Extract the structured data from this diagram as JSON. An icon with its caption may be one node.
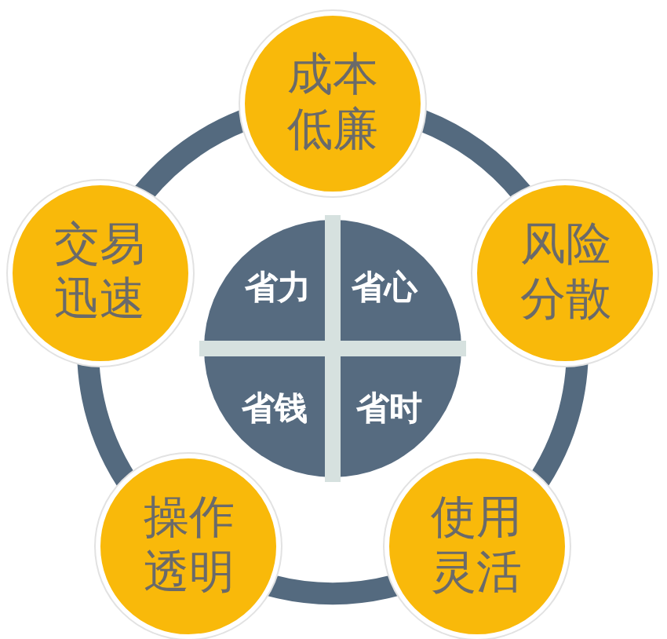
{
  "diagram": {
    "nodes": [
      {
        "text": [
          "成本低廉"
        ]
      },
      {
        "text": [
          "交易迅速"
        ]
      },
      {
        "text": [
          "风险分散"
        ]
      },
      {
        "text": [
          "省力"
        ]
      },
      {
        "text": [
          "省心"
        ]
      },
      {
        "text": [
          "省钱"
        ]
      },
      {
        "text": [
          "省时"
        ]
      },
      {
        "text": [
          "操作透明"
        ]
      },
      {
        "text": [
          "使用灵活"
        ]
      }
    ],
    "edges": [
      {
        "from": 0,
        "to": 2,
        "arrow": "none"
      },
      {
        "from": 2,
        "to": 8,
        "arrow": "none"
      },
      {
        "from": 8,
        "to": 7,
        "arrow": "none"
      },
      {
        "from": 7,
        "to": 1,
        "arrow": "none"
      },
      {
        "from": 1,
        "to": 0,
        "arrow": "none"
      }
    ]
  }
}
